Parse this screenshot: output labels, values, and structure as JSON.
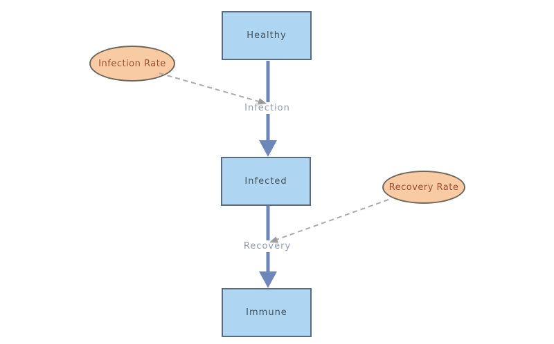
{
  "diagram": {
    "kind": "stock-and-flow",
    "stocks": [
      {
        "id": "healthy",
        "label": "Healthy"
      },
      {
        "id": "infected",
        "label": "Infected"
      },
      {
        "id": "immune",
        "label": "Immune"
      }
    ],
    "flows": [
      {
        "id": "infection",
        "label": "Infection",
        "from": "Healthy",
        "to": "Infected"
      },
      {
        "id": "recovery",
        "label": "Recovery",
        "from": "Infected",
        "to": "Immune"
      }
    ],
    "variables": [
      {
        "id": "infection-rate",
        "label": "Infection Rate",
        "influences": "Infection"
      },
      {
        "id": "recovery-rate",
        "label": "Recovery Rate",
        "influences": "Recovery"
      }
    ],
    "colors": {
      "page_bg": "#ffffff",
      "stock_fill": "#aed6f2",
      "stock_border": "#5a6b7d",
      "stock_text": "#45505a",
      "variable_fill": "#f9cba4",
      "variable_border": "#6e6659",
      "variable_text": "#9c4f33",
      "flow_arrow": "#6d87ba",
      "flow_label_text": "#8f9ab3",
      "connector": "#aaaaaa",
      "connector_head": "#9b9b9b"
    }
  }
}
